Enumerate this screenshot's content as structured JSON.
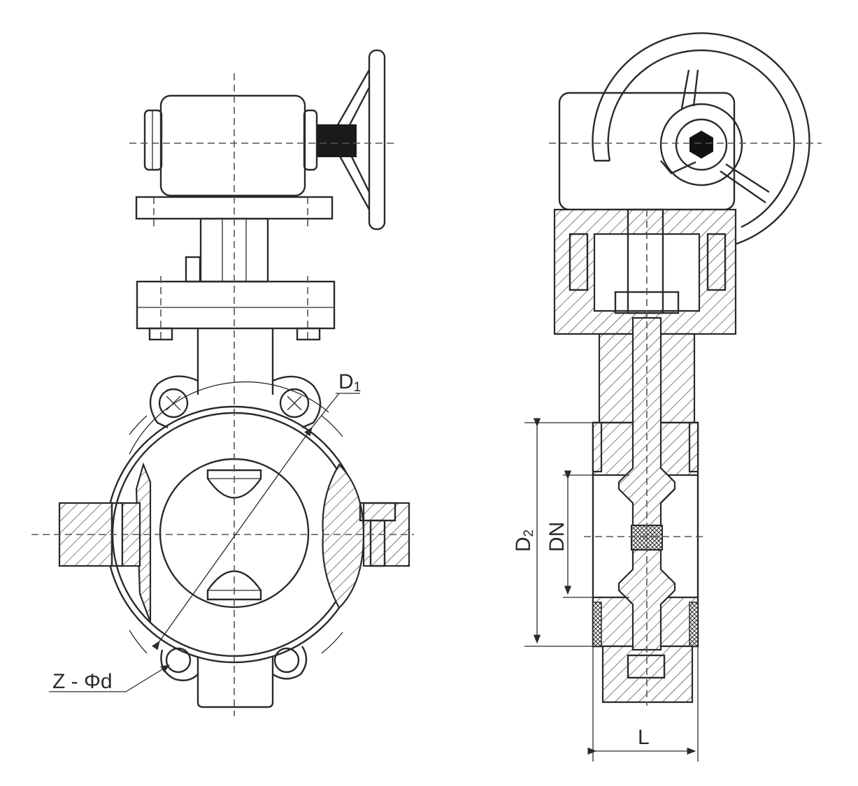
{
  "drawing": {
    "front_view": {
      "dimension_d1": {
        "main": "D",
        "subscript": "1"
      },
      "dimension_bolt_holes": "Z - Φd"
    },
    "side_view": {
      "dimension_d2": {
        "main": "D",
        "subscript": "2"
      },
      "dimension_dn": "DN",
      "dimension_length": "L"
    },
    "colors": {
      "line": "#2a2a2a",
      "background": "#ffffff"
    }
  }
}
